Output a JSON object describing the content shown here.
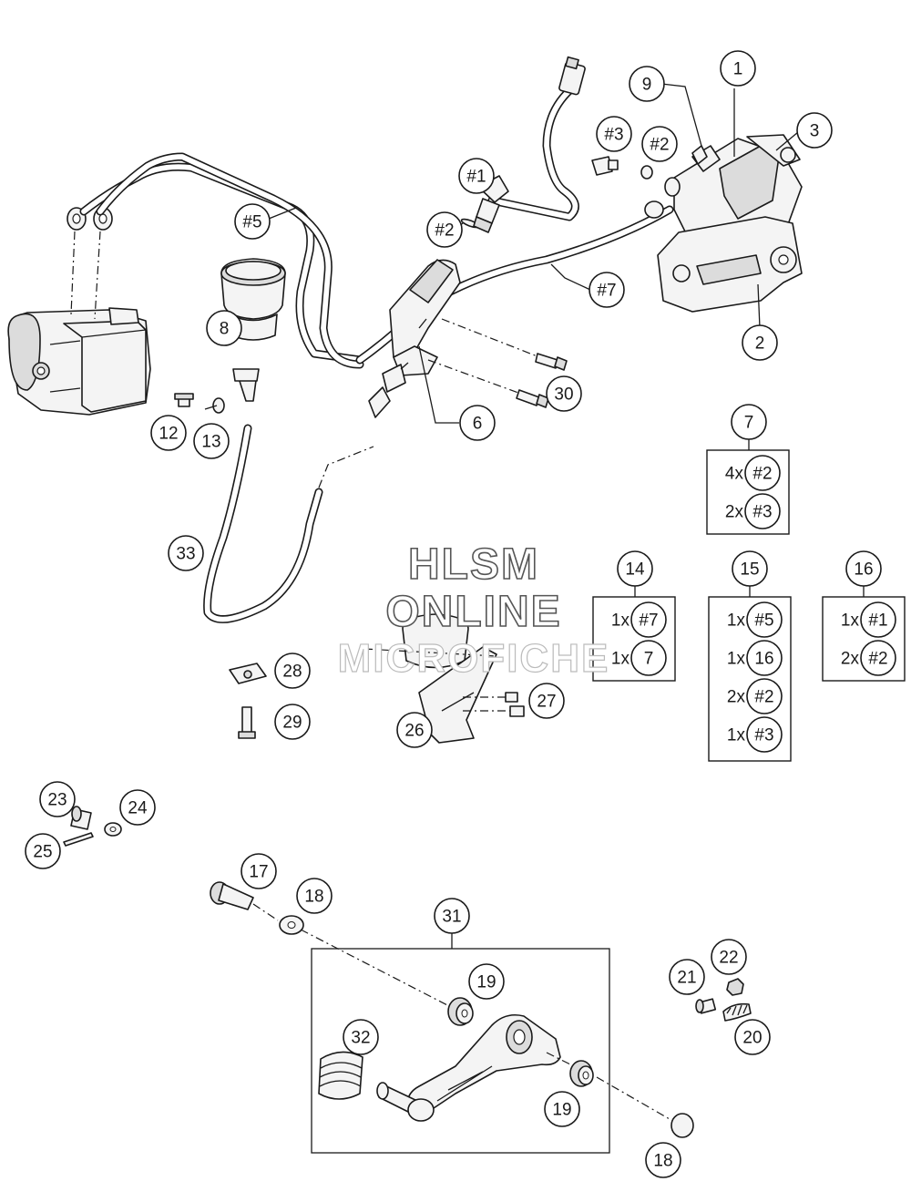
{
  "callouts": [
    {
      "id": "c-1",
      "label": "1"
    },
    {
      "id": "c-2",
      "label": "2"
    },
    {
      "id": "c-3",
      "label": "3"
    },
    {
      "id": "c-6",
      "label": "6"
    },
    {
      "id": "c-8",
      "label": "8"
    },
    {
      "id": "c-9",
      "label": "9"
    },
    {
      "id": "c-12",
      "label": "12"
    },
    {
      "id": "c-13",
      "label": "13"
    },
    {
      "id": "c-17",
      "label": "17"
    },
    {
      "id": "c-18a",
      "label": "18"
    },
    {
      "id": "c-18b",
      "label": "18"
    },
    {
      "id": "c-19a",
      "label": "19"
    },
    {
      "id": "c-19b",
      "label": "19"
    },
    {
      "id": "c-20",
      "label": "20"
    },
    {
      "id": "c-21",
      "label": "21"
    },
    {
      "id": "c-22",
      "label": "22"
    },
    {
      "id": "c-23",
      "label": "23"
    },
    {
      "id": "c-24",
      "label": "24"
    },
    {
      "id": "c-25",
      "label": "25"
    },
    {
      "id": "c-26",
      "label": "26"
    },
    {
      "id": "c-27",
      "label": "27"
    },
    {
      "id": "c-28",
      "label": "28"
    },
    {
      "id": "c-29",
      "label": "29"
    },
    {
      "id": "c-30",
      "label": "30"
    },
    {
      "id": "c-31",
      "label": "31"
    },
    {
      "id": "c-32",
      "label": "32"
    },
    {
      "id": "c-33",
      "label": "33"
    },
    {
      "id": "c-h1",
      "label": "#1"
    },
    {
      "id": "c-h2a",
      "label": "#2"
    },
    {
      "id": "c-h2b",
      "label": "#2"
    },
    {
      "id": "c-h3",
      "label": "#3"
    },
    {
      "id": "c-h5",
      "label": "#5"
    },
    {
      "id": "c-h7",
      "label": "#7"
    }
  ],
  "kits": [
    {
      "id": "kit-7",
      "label": "7",
      "items": [
        {
          "qty": "4x",
          "ref": "#2"
        },
        {
          "qty": "2x",
          "ref": "#3"
        }
      ]
    },
    {
      "id": "kit-14",
      "label": "14",
      "items": [
        {
          "qty": "1x",
          "ref": "#7"
        },
        {
          "qty": "1x",
          "ref": "7"
        }
      ]
    },
    {
      "id": "kit-15",
      "label": "15",
      "items": [
        {
          "qty": "1x",
          "ref": "#5"
        },
        {
          "qty": "1x",
          "ref": "16"
        },
        {
          "qty": "2x",
          "ref": "#2"
        },
        {
          "qty": "1x",
          "ref": "#3"
        }
      ]
    },
    {
      "id": "kit-16",
      "label": "16",
      "items": [
        {
          "qty": "1x",
          "ref": "#1"
        },
        {
          "qty": "2x",
          "ref": "#2"
        }
      ]
    }
  ],
  "watermark": {
    "line1": "HLSM",
    "line2": "ONLINE",
    "line3": "MICROFICHE"
  }
}
